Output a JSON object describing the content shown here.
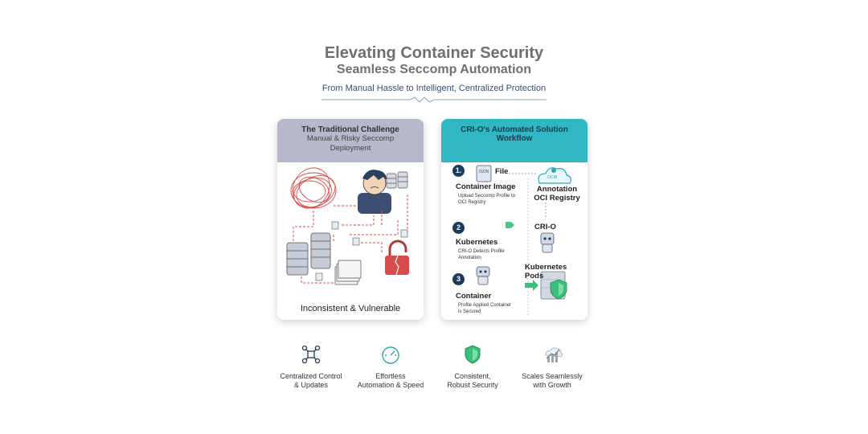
{
  "header": {
    "title": "Elevating Container Security",
    "subtitle": "Seamless Seccomp Automation",
    "tagline": "From Manual Hassle to Intelligent, Centralized Protection"
  },
  "left_card": {
    "heading": "The Traditional Challenge",
    "subheading_line1": "Manual & Risky Seccomp",
    "subheading_line2": "Deployment",
    "caption": "Inconsistent & Vulnerable"
  },
  "right_card": {
    "heading_line1": "CRI-O's Automated Solution",
    "heading_line2": "Workflow",
    "steps": [
      {
        "number": "1.",
        "title": "Container Image",
        "desc_line1": "Upload Seccomp Profile to",
        "desc_line2": "OCI Registry"
      },
      {
        "number": "2",
        "title": "Kubernetes",
        "desc_line1": "CRI-O Detects Profile",
        "desc_line2": "Annotation"
      },
      {
        "number": "3",
        "title": "Container",
        "desc_line1": "Profile Applied Container",
        "desc_line2": "is Secured"
      }
    ],
    "json_label": "JSON",
    "file_label": "File",
    "ocir_label": "OCIR",
    "annotation_line1": "Annotation",
    "annotation_line2": "OCI Registry",
    "crio_label": "CRI-O",
    "pods_label": "Kubernetes Pods"
  },
  "features": [
    {
      "icon": "network-nodes-icon",
      "line1": "Centralized Control",
      "line2": "& Updates"
    },
    {
      "icon": "speedometer-icon",
      "line1": "Effortless",
      "line2": "Automation & Speed"
    },
    {
      "icon": "shield-check-icon",
      "line1": "Consistent,",
      "line2": "Robust Security"
    },
    {
      "icon": "growth-chart-icon",
      "line1": "Scales Seamlessly",
      "line2": "with Growth"
    }
  ],
  "colors": {
    "left_header": "#b7b8cc",
    "right_header": "#31b6c4",
    "danger_red": "#d94a4a",
    "navy": "#1b3a5c",
    "teal": "#2aa7a7",
    "green": "#3cbf7a"
  }
}
